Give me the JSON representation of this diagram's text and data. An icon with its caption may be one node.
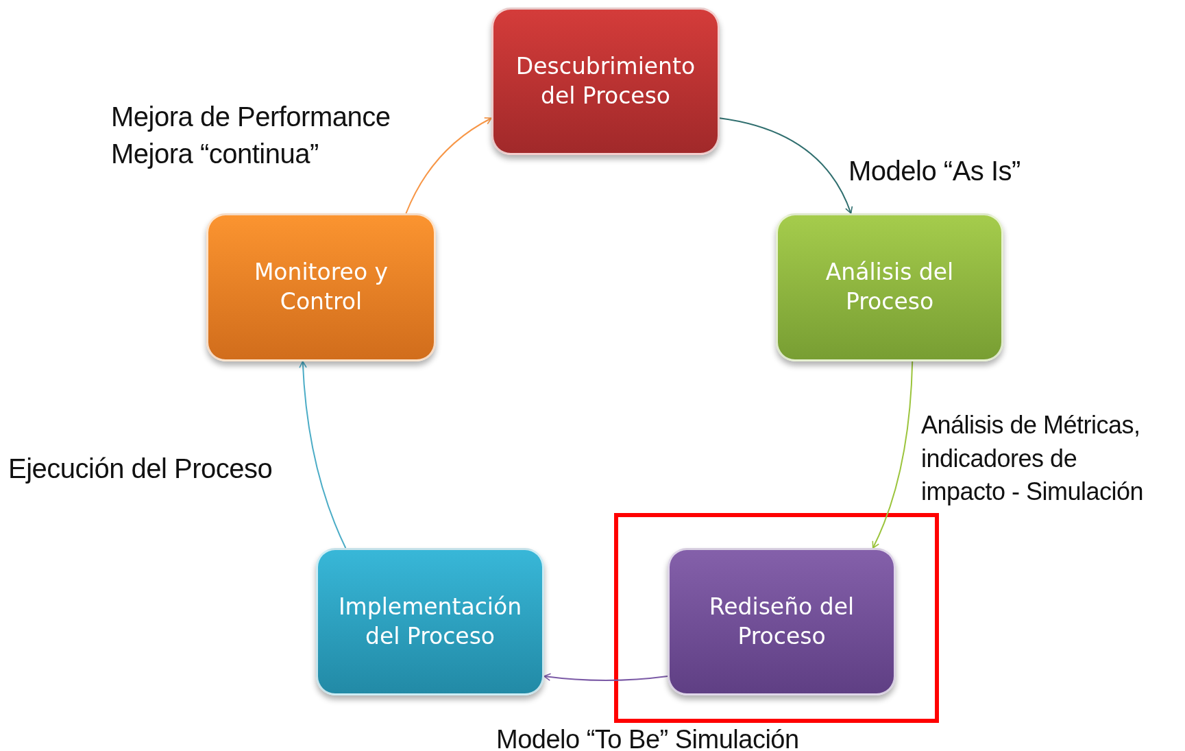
{
  "diagram": {
    "nodes": [
      {
        "text": [
          "Descubrimiento del Proceso"
        ]
      },
      {
        "text": [
          "Análisis del Proceso"
        ]
      },
      {
        "text": [
          "Rediseño del Proceso"
        ]
      },
      {
        "text": [
          "Implementación del Proceso"
        ]
      },
      {
        "text": [
          "Monitoreo y Control"
        ]
      }
    ],
    "edges": [
      {
        "from": 0,
        "to": 1,
        "arrow": "to",
        "label": "Modelo “As Is”",
        "color": "#2f6e6e"
      },
      {
        "from": 1,
        "to": 2,
        "arrow": "to",
        "label": "Análisis de Métricas, indicadores de impacto - Simulación",
        "color": "#9bc43c"
      },
      {
        "from": 2,
        "to": 3,
        "arrow": "to",
        "label": "Modelo “To Be” Simulación",
        "color": "#7b5aa6"
      },
      {
        "from": 3,
        "to": 4,
        "arrow": "to",
        "label": "Ejecución del Proceso",
        "color": "#4bacc6"
      },
      {
        "from": 4,
        "to": 0,
        "arrow": "to",
        "label": "Mejora de Performance Mejora “continua”",
        "color": "#f79646"
      }
    ]
  }
}
